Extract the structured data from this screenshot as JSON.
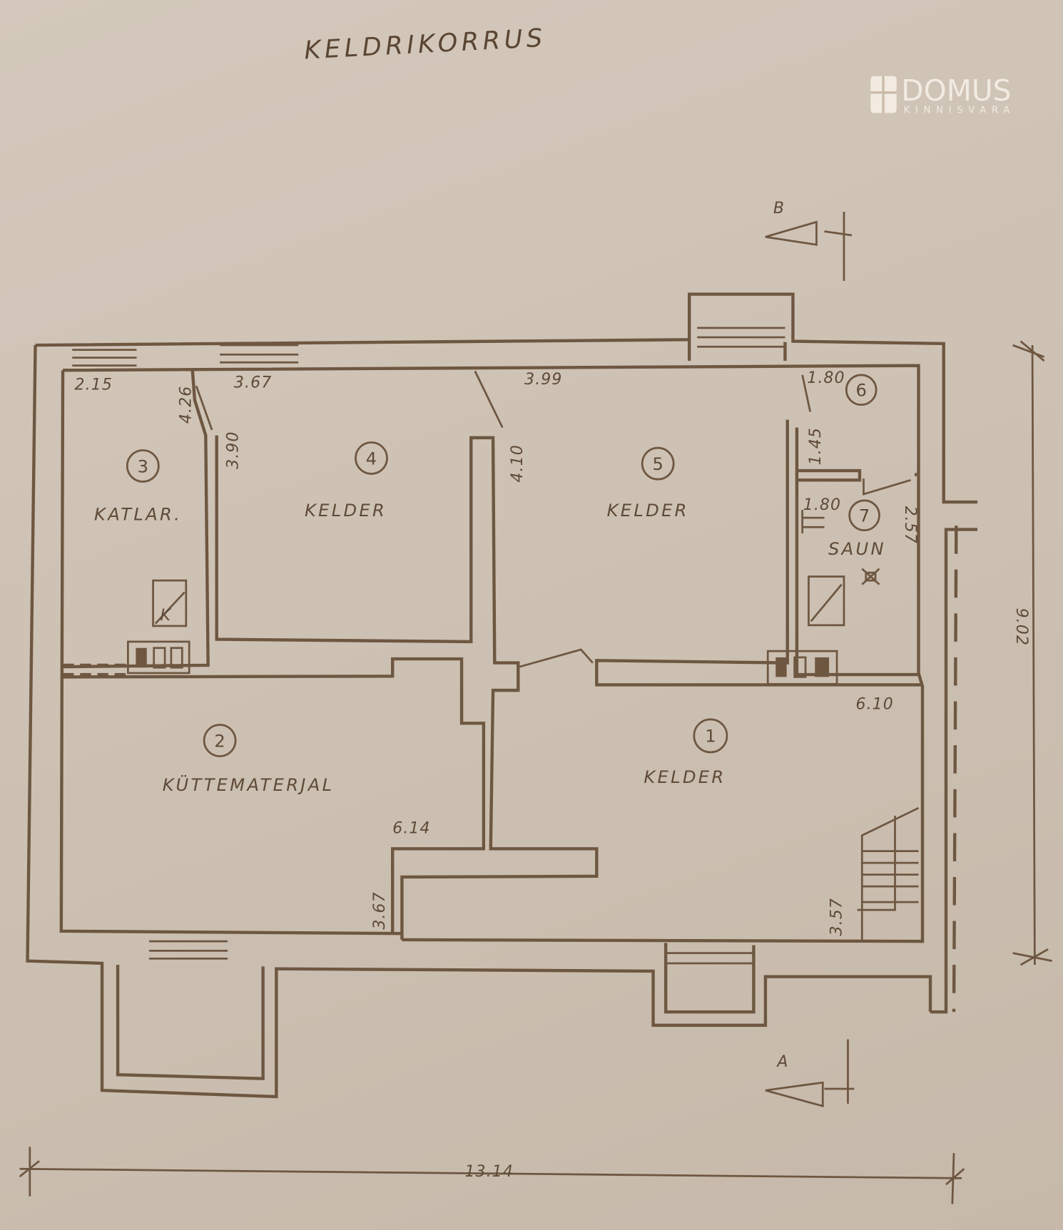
{
  "title": "KELDRIKORRUS",
  "logo": {
    "name": "DOMUS",
    "subtitle": "KINNISVARA"
  },
  "colors": {
    "line": "#6e5741",
    "paper": "#cdc1b3",
    "logo": "#f1ebe2"
  },
  "rooms": [
    {
      "number": "1",
      "name": "KELDER"
    },
    {
      "number": "2",
      "name": "KÜTTEMATERJAL"
    },
    {
      "number": "3",
      "name": "KATLAR."
    },
    {
      "number": "4",
      "name": "KELDER"
    },
    {
      "number": "5",
      "name": "KELDER"
    },
    {
      "number": "6",
      "name": ""
    },
    {
      "number": "7",
      "name": "SAUN"
    }
  ],
  "dimensions": {
    "r3_width": "2.15",
    "r3_depth": "4.26",
    "r4_width": "3.67",
    "r4_depth": "3.90",
    "r5_width": "3.99",
    "r5_depth": "4.10",
    "r6_width": "1.80",
    "r6_depth": "1.45",
    "r7_width": "1.80",
    "r7_depth": "2.57",
    "r1_width": "6.10",
    "r1_depth": "3.57",
    "r2_width": "6.14",
    "r2_depth": "3.67",
    "total_depth": "9.02",
    "total_width": "13.14"
  },
  "sections": {
    "a": "A",
    "b": "B"
  },
  "boiler_label": "K"
}
